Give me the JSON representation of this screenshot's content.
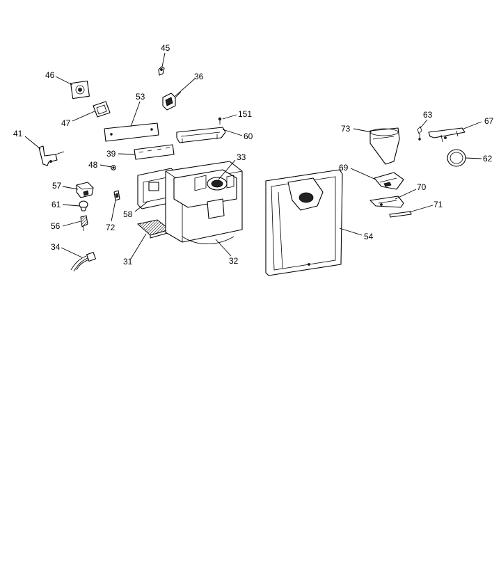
{
  "diagram": {
    "callouts": [
      {
        "id": "45",
        "label": "45"
      },
      {
        "id": "46",
        "label": "46"
      },
      {
        "id": "36",
        "label": "36"
      },
      {
        "id": "53",
        "label": "53"
      },
      {
        "id": "47",
        "label": "47"
      },
      {
        "id": "151",
        "label": "151"
      },
      {
        "id": "41",
        "label": "41"
      },
      {
        "id": "60",
        "label": "60"
      },
      {
        "id": "39",
        "label": "39"
      },
      {
        "id": "33",
        "label": "33"
      },
      {
        "id": "48",
        "label": "48"
      },
      {
        "id": "57",
        "label": "57"
      },
      {
        "id": "61",
        "label": "61"
      },
      {
        "id": "58",
        "label": "58"
      },
      {
        "id": "56",
        "label": "56"
      },
      {
        "id": "72",
        "label": "72"
      },
      {
        "id": "34",
        "label": "34"
      },
      {
        "id": "31",
        "label": "31"
      },
      {
        "id": "32",
        "label": "32"
      },
      {
        "id": "54",
        "label": "54"
      },
      {
        "id": "63",
        "label": "63"
      },
      {
        "id": "73",
        "label": "73"
      },
      {
        "id": "67",
        "label": "67"
      },
      {
        "id": "62",
        "label": "62"
      },
      {
        "id": "69",
        "label": "69"
      },
      {
        "id": "70",
        "label": "70"
      },
      {
        "id": "71",
        "label": "71"
      }
    ]
  }
}
